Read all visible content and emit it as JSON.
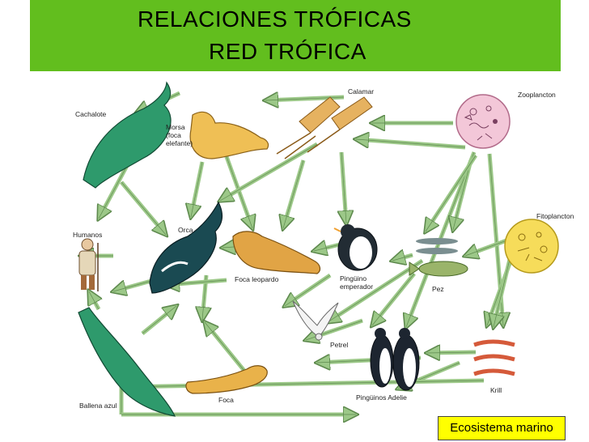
{
  "title": {
    "line1": "RELACIONES TRÓFICAS",
    "line2": "RED TRÓFICA"
  },
  "organisms": {
    "cachalote": "Cachalote",
    "morsa_1": "Morsa",
    "morsa_2": "(foca",
    "morsa_3": "elefante)",
    "calamar": "Calamar",
    "zooplancton": "Zooplancton",
    "fitoplancton": "Fitoplancton",
    "humanos": "Humanos",
    "orca": "Orca",
    "foca_leopardo": "Foca leopardo",
    "pinguino_emperador_1": "Pingüino",
    "pinguino_emperador_2": "emperador",
    "peces": "Pez",
    "petrel": "Petrel",
    "krill": "Krill",
    "ballena_azul": "Ballena azul",
    "foca": "Foca",
    "pinguinos_adelie": "Pingüinos Adelie"
  },
  "caption": "Ecosistema marino",
  "colors": {
    "banner": "#62be1e",
    "caption_bg": "#ffff00",
    "arrow": "#9cc888",
    "arrow_edge": "#5e8a4e"
  }
}
